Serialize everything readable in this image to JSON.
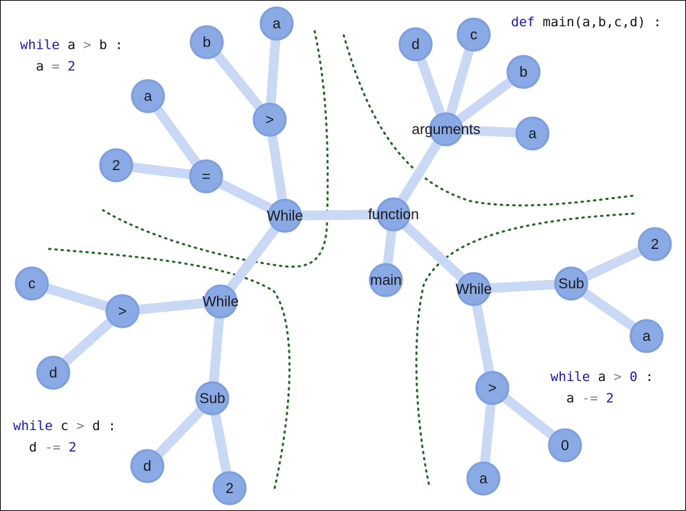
{
  "colors": {
    "node_fill": "#8aaae6",
    "node_stroke": "#7d9fe0",
    "edge": "#c9d9f5",
    "divider": "#1a6b1a",
    "keyword": "#1414d8",
    "operator": "#808080",
    "number": "#1414d8"
  },
  "tree": {
    "nodes": [
      {
        "id": "function",
        "label": "function"
      },
      {
        "id": "main",
        "label": "main"
      },
      {
        "id": "arguments",
        "label": "arguments"
      },
      {
        "id": "arg_a",
        "label": "a"
      },
      {
        "id": "arg_b",
        "label": "b"
      },
      {
        "id": "arg_c",
        "label": "c"
      },
      {
        "id": "arg_d",
        "label": "d"
      },
      {
        "id": "while1",
        "label": "While"
      },
      {
        "id": "gt1",
        "label": ">"
      },
      {
        "id": "gt1_a",
        "label": "a"
      },
      {
        "id": "gt1_b",
        "label": "b"
      },
      {
        "id": "eq1",
        "label": "="
      },
      {
        "id": "eq1_a",
        "label": "a"
      },
      {
        "id": "eq1_2",
        "label": "2"
      },
      {
        "id": "while2",
        "label": "While"
      },
      {
        "id": "gt2",
        "label": ">"
      },
      {
        "id": "gt2_c",
        "label": "c"
      },
      {
        "id": "gt2_d",
        "label": "d"
      },
      {
        "id": "sub2",
        "label": "Sub"
      },
      {
        "id": "sub2_d",
        "label": "d"
      },
      {
        "id": "sub2_2",
        "label": "2"
      },
      {
        "id": "while3",
        "label": "While"
      },
      {
        "id": "sub3",
        "label": "Sub"
      },
      {
        "id": "sub3_2",
        "label": "2"
      },
      {
        "id": "sub3_a",
        "label": "a"
      },
      {
        "id": "gt3",
        "label": ">"
      },
      {
        "id": "gt3_a",
        "label": "a"
      },
      {
        "id": "gt3_0",
        "label": "0"
      }
    ],
    "edges": [
      [
        "function",
        "main"
      ],
      [
        "function",
        "arguments"
      ],
      [
        "arguments",
        "arg_a"
      ],
      [
        "arguments",
        "arg_b"
      ],
      [
        "arguments",
        "arg_c"
      ],
      [
        "arguments",
        "arg_d"
      ],
      [
        "function",
        "while1"
      ],
      [
        "while1",
        "gt1"
      ],
      [
        "gt1",
        "gt1_a"
      ],
      [
        "gt1",
        "gt1_b"
      ],
      [
        "while1",
        "eq1"
      ],
      [
        "eq1",
        "eq1_a"
      ],
      [
        "eq1",
        "eq1_2"
      ],
      [
        "while1",
        "while2"
      ],
      [
        "while2",
        "gt2"
      ],
      [
        "gt2",
        "gt2_c"
      ],
      [
        "gt2",
        "gt2_d"
      ],
      [
        "while2",
        "sub2"
      ],
      [
        "sub2",
        "sub2_d"
      ],
      [
        "sub2",
        "sub2_2"
      ],
      [
        "function",
        "while3"
      ],
      [
        "while3",
        "sub3"
      ],
      [
        "sub3",
        "sub3_2"
      ],
      [
        "sub3",
        "sub3_a"
      ],
      [
        "while3",
        "gt3"
      ],
      [
        "gt3",
        "gt3_a"
      ],
      [
        "gt3",
        "gt3_0"
      ]
    ]
  },
  "code": {
    "main_def": {
      "kw": "def",
      "rest": " main(a,b,c,d) :"
    },
    "while_ab": {
      "kw": "while",
      "v1": " a ",
      "op": ">",
      "v2": " b :",
      "body_var": "  a ",
      "body_op": "=",
      "body_num": " 2"
    },
    "while_cd": {
      "kw": "while",
      "v1": " c ",
      "op": ">",
      "v2": " d :",
      "body_var": "  d ",
      "body_op": "-=",
      "body_num": " 2"
    },
    "while_a0": {
      "kw": "while",
      "v1": " a ",
      "op": ">",
      "num": " 0",
      "v2": " :",
      "body_var": "  a ",
      "body_op": "-=",
      "body_num": " 2"
    }
  }
}
